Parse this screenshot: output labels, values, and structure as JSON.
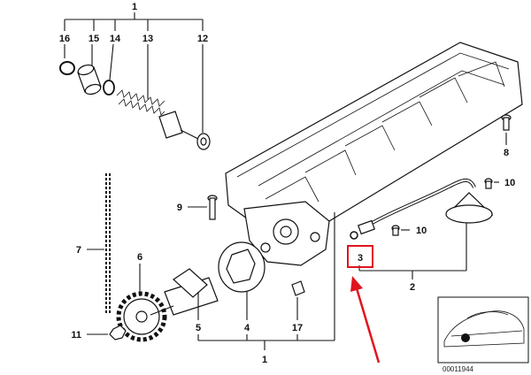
{
  "callouts": {
    "c1_top": "1",
    "c16": "16",
    "c15": "15",
    "c14": "14",
    "c13": "13",
    "c12": "12",
    "c8": "8",
    "c10_upper": "10",
    "c9": "9",
    "c10_lower": "10",
    "c7": "7",
    "c6": "6",
    "c3": "3",
    "c2": "2",
    "c4": "4",
    "c5": "5",
    "c17": "17",
    "c11": "11",
    "c1_bottom": "1"
  },
  "highlight": {
    "target": "3",
    "box_color": "#e0141e",
    "arrow_color": "#e0141e"
  },
  "thumbnail": {
    "caption": "00011944"
  }
}
